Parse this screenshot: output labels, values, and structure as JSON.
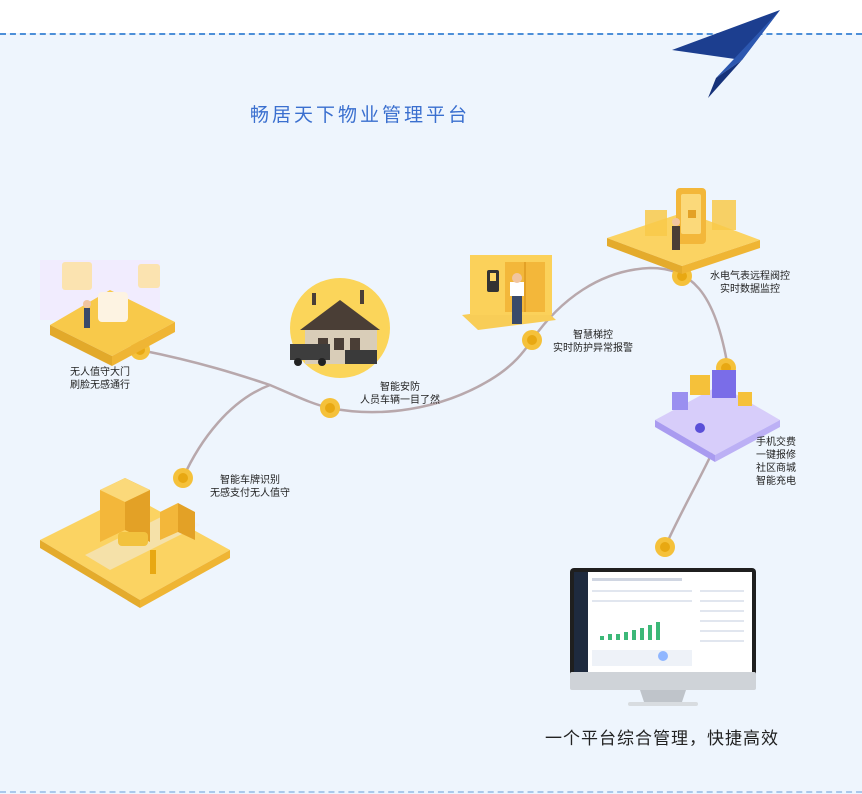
{
  "title": "畅居天下物业管理平台",
  "caption": "一个平台综合管理，快捷高效",
  "nodes": {
    "gate": {
      "line1": "无人值守大门",
      "line2": "刷脸无感通行"
    },
    "security": {
      "line1": "智能安防",
      "line2": "人员车辆一目了然"
    },
    "plate": {
      "line1": "智能车牌识别",
      "line2": "无感支付无人值守"
    },
    "elevator": {
      "line1": "智慧梯控",
      "line2": "实时防护异常报警"
    },
    "utility": {
      "line1": "水电气表远程阀控",
      "line2": "实时数据监控"
    },
    "mobile": {
      "line1": "手机交费",
      "line2": "一键报修",
      "line3": "社区商城",
      "line4": "智能充电"
    }
  },
  "colors": {
    "accent": "#f5c13a",
    "path": "#b8a8ac",
    "title": "#3a6fcf",
    "plane": "#1c3e8f"
  },
  "icons": {
    "plane": "paper-plane-icon"
  }
}
